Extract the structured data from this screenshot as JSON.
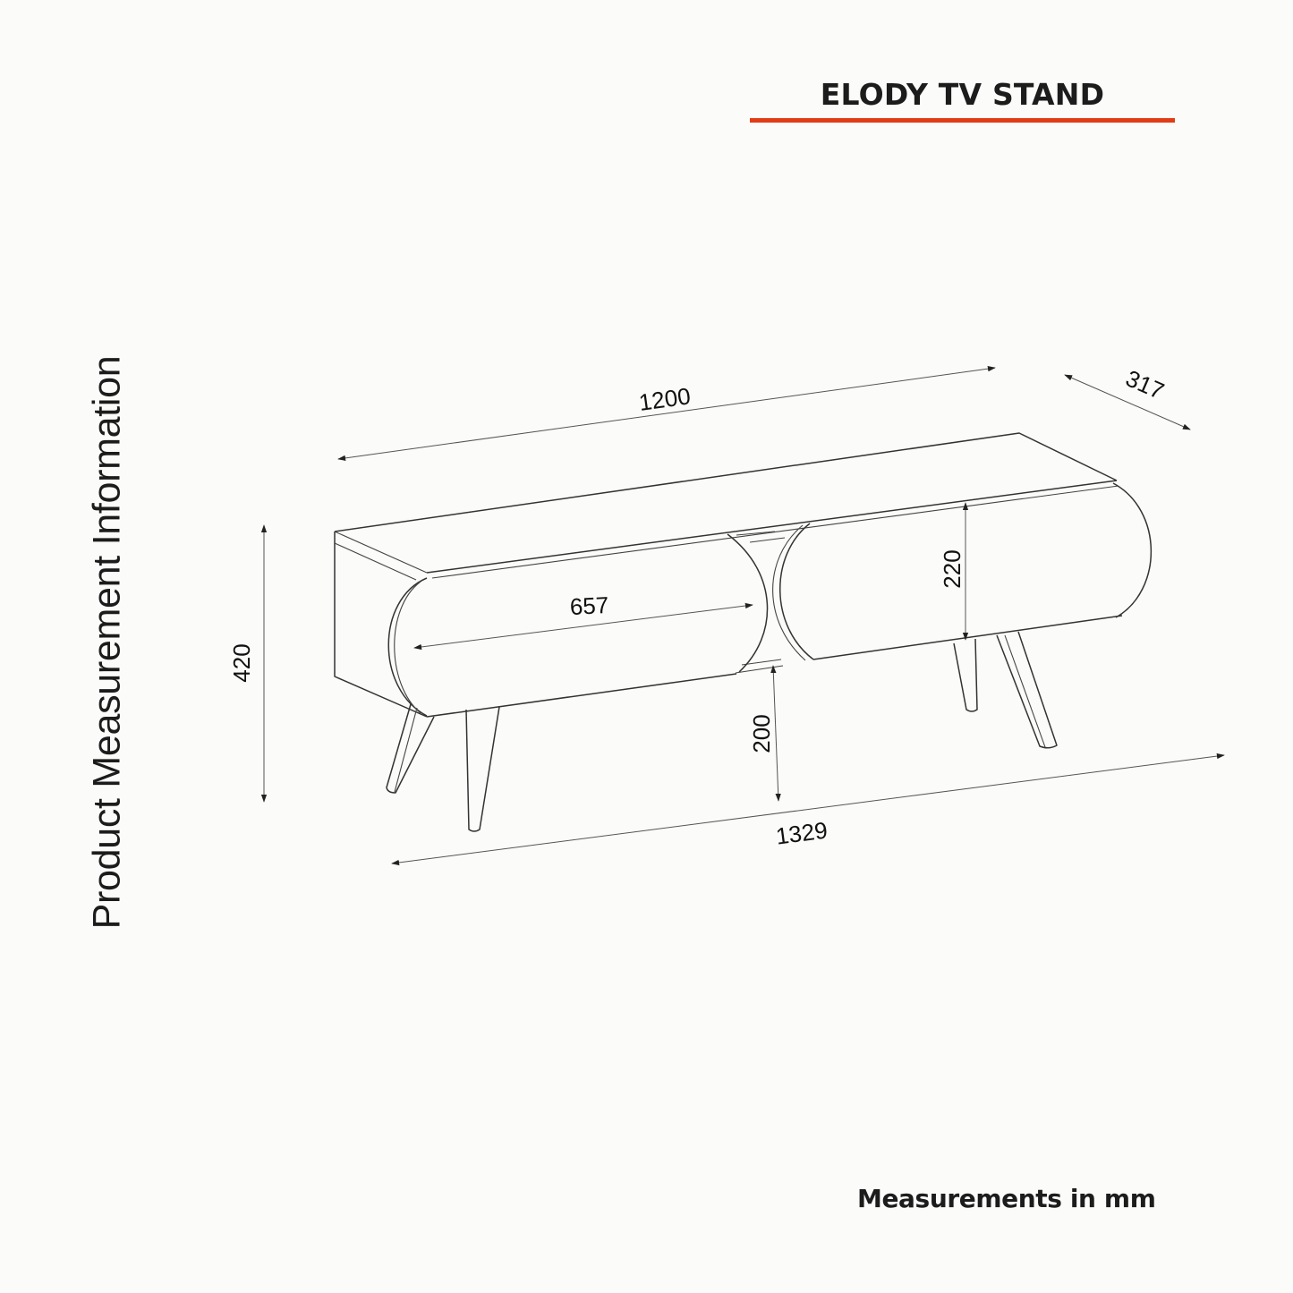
{
  "header": {
    "title": "ELODY TV STAND",
    "accent_color": "#e03c16"
  },
  "side_label": "Product Measurement Information",
  "footer": {
    "note": "Measurements in mm"
  },
  "dimensions": {
    "top_width": "1200",
    "depth": "317",
    "total_height": "420",
    "drawer_width": "657",
    "drawer_height": "220",
    "leg_height": "200",
    "total_width": "1329"
  },
  "colors": {
    "background": "#fbfbf9",
    "line": "#333333",
    "text": "#1c1c1c"
  }
}
